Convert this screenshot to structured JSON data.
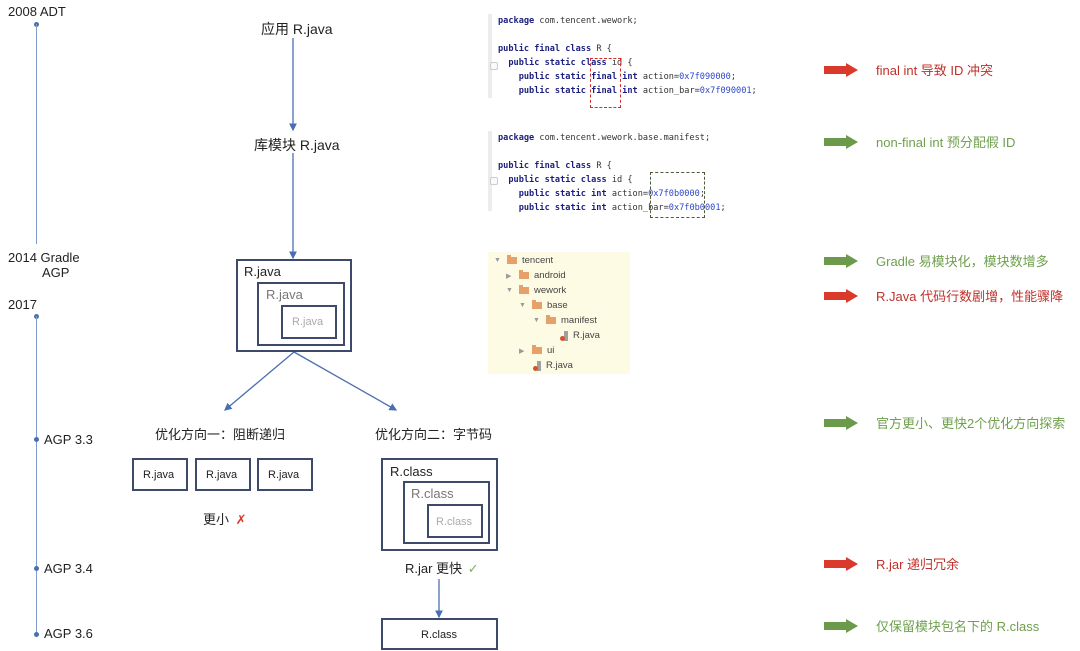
{
  "timeline": [
    {
      "label": "2008 ADT"
    },
    {
      "label": "2014 Gradle"
    },
    {
      "label": "AGP"
    },
    {
      "label": "2017"
    },
    {
      "label": "AGP 3.3"
    },
    {
      "label": "AGP 3.4"
    },
    {
      "label": "AGP 3.6"
    }
  ],
  "flow": {
    "app_r": "应用 R.java",
    "lib_r": "库模块 R.java",
    "nested_java": [
      "R.java",
      "R.java",
      "R.java"
    ],
    "direction1": {
      "title": "优化方向一：阻断递归",
      "boxes": [
        "R.java",
        "R.java",
        "R.java"
      ],
      "result": "更小",
      "mark": "✗"
    },
    "direction2": {
      "title": "优化方向二：字节码",
      "nested_class": [
        "R.class",
        "R.class",
        "R.class"
      ],
      "result": "R.jar 更快",
      "mark": "✓",
      "final_box": "R.class"
    }
  },
  "code1": {
    "package_kw": "package",
    "package_name": " com.tencent.wework;",
    "class_line_kw": "public final class",
    "class_line_rest": " R {",
    "inner_kw": "public static class",
    "inner_rest": " id {",
    "fields": [
      {
        "kw": "public static final int",
        "name": " action=",
        "value": "0x7f090000",
        "end": ";"
      },
      {
        "kw": "public static final int",
        "name": " action_bar=",
        "value": "0x7f090001",
        "end": ";"
      }
    ]
  },
  "code2": {
    "package_kw": "package",
    "package_name": " com.tencent.wework.base.manifest;",
    "class_line_kw": "public final class",
    "class_line_rest": " R {",
    "inner_kw": "public static class",
    "inner_rest": " id {",
    "fields": [
      {
        "kw": "public static int",
        "name": " action=",
        "value": "0x7f0b0000",
        "end": ";"
      },
      {
        "kw": "public static int",
        "name": " action_bar=",
        "value": "0x7f0b0001",
        "end": ";"
      }
    ]
  },
  "tree": [
    {
      "name": "tencent",
      "type": "folder",
      "state": "expanded"
    },
    {
      "name": "android",
      "type": "folder",
      "state": "collapsed"
    },
    {
      "name": "wework",
      "type": "folder",
      "state": "expanded"
    },
    {
      "name": "base",
      "type": "folder",
      "state": "expanded"
    },
    {
      "name": "manifest",
      "type": "folder",
      "state": "expanded"
    },
    {
      "name": "R.java",
      "type": "java-file"
    },
    {
      "name": "ui",
      "type": "folder",
      "state": "collapsed"
    },
    {
      "name": "R.java",
      "type": "java-file"
    }
  ],
  "notes": [
    {
      "text": "final int 导致 ID 冲突",
      "color": "red"
    },
    {
      "text": "non-final int 预分配假 ID",
      "color": "green"
    },
    {
      "text": "Gradle 易模块化，模块数增多",
      "color": "green"
    },
    {
      "text": "R.Java 代码行数剧增，性能骤降",
      "color": "red"
    },
    {
      "text": "官方更小、更快2个优化方向探索",
      "color": "green"
    },
    {
      "text": "R.jar 递归冗余",
      "color": "red"
    },
    {
      "text": "仅保留模块包名下的 R.class",
      "color": "green"
    }
  ],
  "colors": {
    "red": "#d93a2b",
    "green": "#6b9a4a",
    "line": "#4a6fb0",
    "box_border": "#3d4a6b",
    "tree_bg": "#fdfbe3"
  }
}
